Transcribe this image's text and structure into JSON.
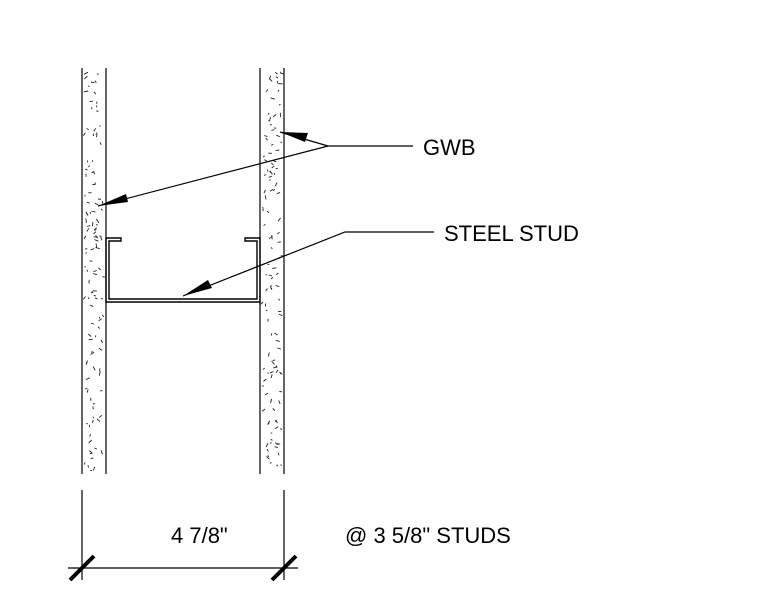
{
  "labels": {
    "gwb": "GWB",
    "steel_stud": "STEEL STUD",
    "dimension": "4 7/8\"",
    "stud_note": "@ 3 5/8\" STUDS"
  },
  "colors": {
    "line": "#000000",
    "background": "#ffffff"
  }
}
